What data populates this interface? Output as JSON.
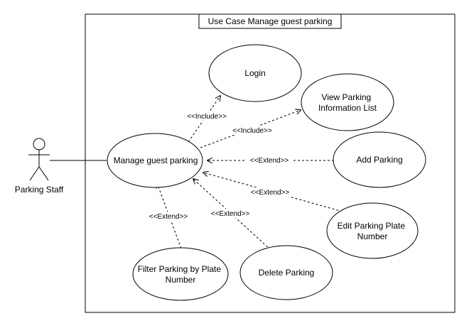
{
  "diagram": {
    "title": "Use Case Manage guest parking",
    "actor": {
      "label": "Parking Staff"
    },
    "use_cases": {
      "login": "Login",
      "view_parking": [
        "View Parking",
        "Information List"
      ],
      "manage_guest_parking": "Manage guest parking",
      "add_parking": "Add Parking",
      "edit_plate": [
        "Edit Parking Plate",
        "Number"
      ],
      "filter_plate": [
        "Filter Parking by Plate",
        "Number"
      ],
      "delete_parking": "Delete Parking"
    },
    "relations": {
      "include_login": "<<Include>>",
      "include_view": "<<Include>>",
      "extend_add": "<<Extend>>",
      "extend_edit": "<<Extend>>",
      "extend_delete": "<<Extend>>",
      "extend_filter": "<<Extend>>"
    },
    "colors": {
      "stroke": "#000000",
      "background": "#ffffff"
    }
  }
}
